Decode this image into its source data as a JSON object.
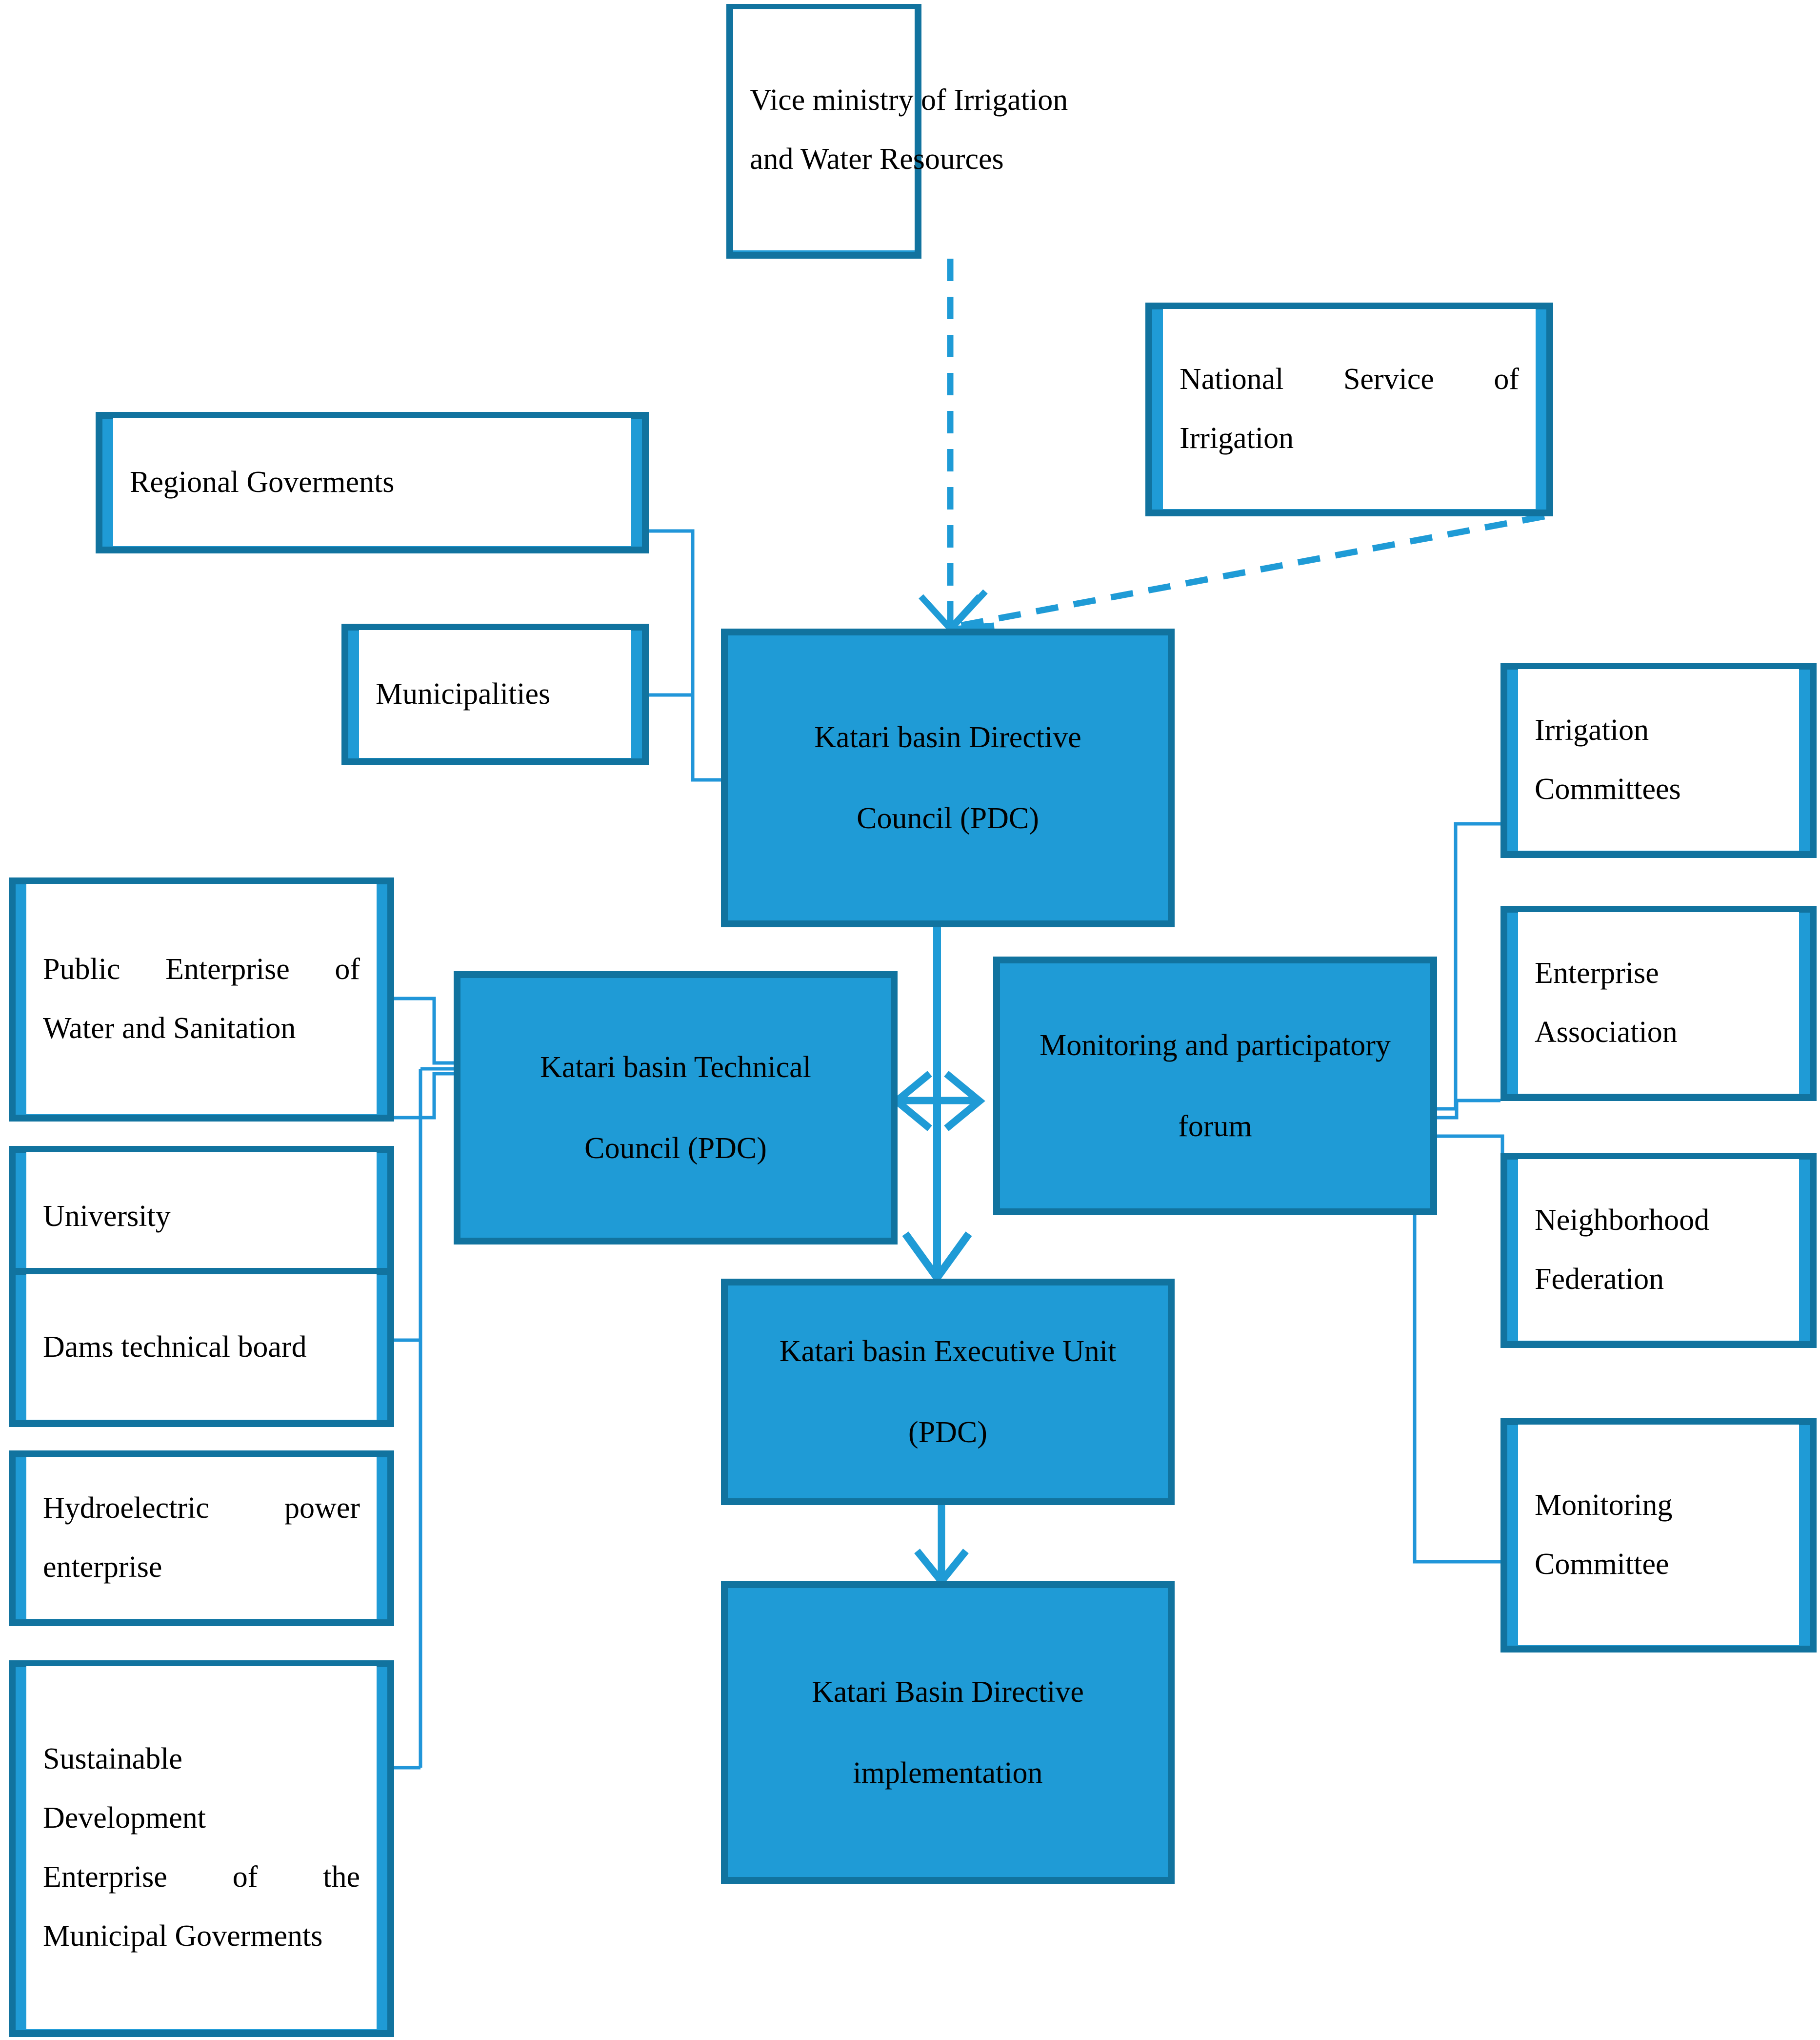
{
  "colors": {
    "box_fill": "#1f9bd6",
    "box_border": "#11739f",
    "connector": "#1f9bd6",
    "text": "#000000",
    "background": "#ffffff"
  },
  "nodes": {
    "vice_ministry": {
      "lines": [
        "Vice ministry of Irrigation",
        "and Water Resources"
      ],
      "style": "panel",
      "align": "center"
    },
    "national_service": {
      "lines": [
        "National|Service|of",
        "Irrigation"
      ],
      "style": "panel",
      "align": "justify"
    },
    "regional_goverments": {
      "lines": [
        "Regional Goverments"
      ],
      "style": "panel",
      "align": "left"
    },
    "municipalities": {
      "lines": [
        "Municipalities"
      ],
      "style": "panel",
      "align": "left"
    },
    "directive_council": {
      "lines": [
        "Katari basin Directive",
        "Council (PDC)"
      ],
      "style": "solid"
    },
    "technical_council": {
      "lines": [
        "Katari basin Technical",
        "Council (PDC)"
      ],
      "style": "solid"
    },
    "monitoring_forum": {
      "lines": [
        "Monitoring and participatory",
        "forum"
      ],
      "style": "solid"
    },
    "executive_unit": {
      "lines": [
        "Katari basin Executive Unit",
        "(PDC)"
      ],
      "style": "solid"
    },
    "directive_impl": {
      "lines": [
        "Katari Basin Directive",
        "implementation"
      ],
      "style": "solid"
    },
    "public_enterprise": {
      "lines": [
        "Public|Enterprise|of",
        "Water and Sanitation"
      ],
      "style": "panel",
      "align": "justify"
    },
    "university": {
      "lines": [
        "University"
      ],
      "style": "panel",
      "align": "left"
    },
    "dams_board": {
      "lines": [
        "Dams technical board"
      ],
      "style": "panel",
      "align": "left"
    },
    "hydroelectric": {
      "lines": [
        "Hydroelectric|power",
        "enterprise"
      ],
      "style": "panel",
      "align": "justify"
    },
    "sustainable_dev": {
      "lines": [
        "Sustainable",
        "Development",
        "Enterprise|of|the",
        "Municipal Goverments"
      ],
      "style": "panel",
      "align": "justify"
    },
    "irrigation_committees": {
      "lines": [
        "Irrigation",
        "Committees"
      ],
      "style": "panel",
      "align": "left"
    },
    "enterprise_assoc": {
      "lines": [
        "Enterprise",
        "Association"
      ],
      "style": "panel",
      "align": "left"
    },
    "neighborhood_fed": {
      "lines": [
        "Neighborhood",
        "Federation"
      ],
      "style": "panel",
      "align": "left"
    },
    "monitoring_committee": {
      "lines": [
        "Monitoring",
        "Committee"
      ],
      "style": "panel",
      "align": "left"
    }
  },
  "edges": [
    {
      "from": "vice_ministry",
      "to": "directive_council",
      "type": "dashed-arrow"
    },
    {
      "from": "national_service",
      "to": "directive_council",
      "type": "dashed-arrow"
    },
    {
      "from": "regional_goverments",
      "to": "directive_council",
      "type": "elbow"
    },
    {
      "from": "municipalities",
      "to": "directive_council",
      "type": "elbow"
    },
    {
      "from": "directive_council",
      "to": "executive_unit",
      "type": "arrow"
    },
    {
      "from": "technical_council",
      "to": "monitoring_forum",
      "type": "double-arrow"
    },
    {
      "from": "executive_unit",
      "to": "directive_impl",
      "type": "arrow"
    },
    {
      "from": "public_enterprise",
      "to": "technical_council",
      "type": "elbow"
    },
    {
      "from": "university",
      "to": "technical_council",
      "type": "elbow"
    },
    {
      "from": "dams_board",
      "to": "technical_council",
      "type": "elbow"
    },
    {
      "from": "sustainable_dev",
      "to": "technical_council",
      "type": "elbow"
    },
    {
      "from": "monitoring_forum",
      "to": "irrigation_committees",
      "type": "elbow"
    },
    {
      "from": "monitoring_forum",
      "to": "enterprise_assoc",
      "type": "elbow"
    },
    {
      "from": "monitoring_forum",
      "to": "neighborhood_fed",
      "type": "elbow"
    },
    {
      "from": "monitoring_forum",
      "to": "monitoring_committee",
      "type": "elbow"
    }
  ]
}
